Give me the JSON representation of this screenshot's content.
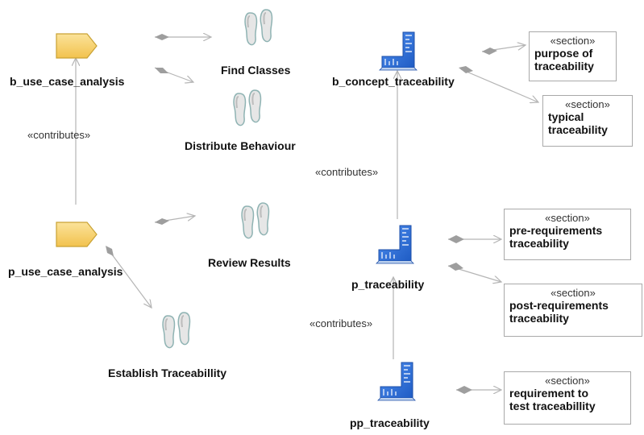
{
  "nodes": {
    "b_use_case_analysis": "b_use_case_analysis",
    "p_use_case_analysis": "p_use_case_analysis",
    "find_classes": "Find Classes",
    "distribute_behaviour": "Distribute Behaviour",
    "review_results": "Review Results",
    "establish_traceability": "Establish Traceabillity",
    "b_concept_traceability": "b_concept_traceability",
    "p_traceability": "p_traceability",
    "pp_traceability": "pp_traceability"
  },
  "stereotypes": {
    "contributes_1": "«contributes»",
    "contributes_2": "«contributes»",
    "contributes_3": "«contributes»"
  },
  "sections": [
    {
      "stereotype": "«section»",
      "line1": "purpose of",
      "line2": "traceability"
    },
    {
      "stereotype": "«section»",
      "line1": "typical",
      "line2": "traceability"
    },
    {
      "stereotype": "«section»",
      "line1": "pre-requirements",
      "line2": "traceability"
    },
    {
      "stereotype": "«section»",
      "line1": "post-requirements",
      "line2": "traceability"
    },
    {
      "stereotype": "«section»",
      "line1": "requirement to",
      "line2": "test traceabillity"
    }
  ],
  "colors": {
    "connector": "#b5b5b5",
    "capability_fill": "#f6d36e",
    "capability_stroke": "#c9a234",
    "concept_fill": "#2f6fd8",
    "box_border": "#a9a9a9"
  }
}
